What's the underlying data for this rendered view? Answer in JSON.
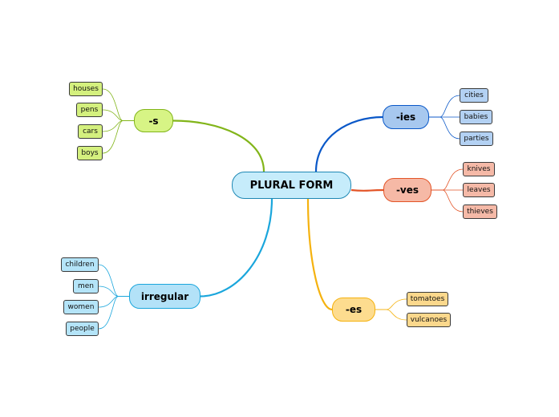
{
  "central": {
    "label": "PLURAL FORM",
    "fill": "#c6ecfb",
    "stroke": "#1e88b4"
  },
  "branches": [
    {
      "id": "s",
      "label": "-s",
      "color": "#82b51a",
      "fill": "#d7f485",
      "leaf_fill": "#d4f07e",
      "leaves": [
        "houses",
        "pens",
        "cars",
        "boys"
      ]
    },
    {
      "id": "ies",
      "label": "-ies",
      "color": "#0a58c8",
      "fill": "#a7c8ef",
      "leaf_fill": "#b3d1f3",
      "leaves": [
        "cities",
        "babies",
        "parties"
      ]
    },
    {
      "id": "ves",
      "label": "-ves",
      "color": "#e35427",
      "fill": "#f6b9a6",
      "leaf_fill": "#f5b9a7",
      "leaves": [
        "knives",
        "leaves",
        "thieves"
      ]
    },
    {
      "id": "irregular",
      "label": "irregular",
      "color": "#1aa6dc",
      "fill": "#b3e2f8",
      "leaf_fill": "#b4e4f8",
      "leaves": [
        "children",
        "men",
        "women",
        "people"
      ]
    },
    {
      "id": "es",
      "label": "-es",
      "color": "#f5b20f",
      "fill": "#fddc8f",
      "leaf_fill": "#fbd88c",
      "leaves": [
        "tomatoes",
        "vulcanoes"
      ]
    }
  ]
}
